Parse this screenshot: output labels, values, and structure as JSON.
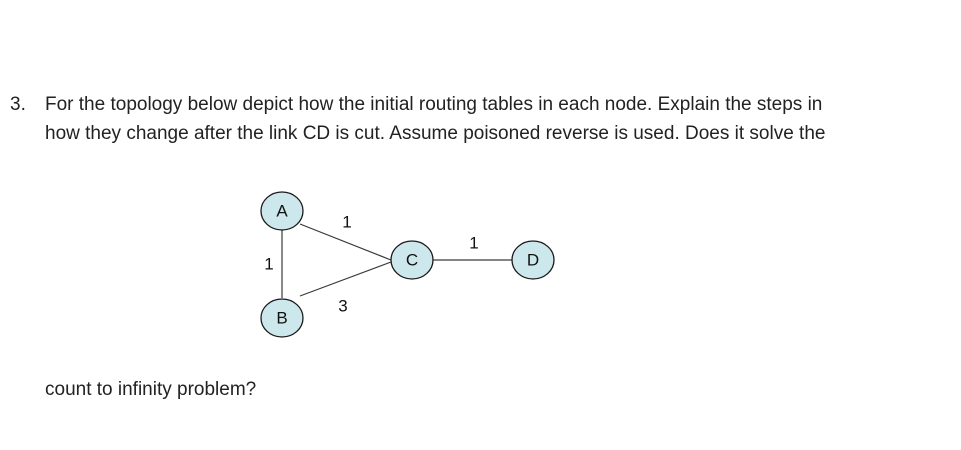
{
  "question": {
    "number": "3.",
    "line1": "For the topology below depict how the initial routing tables in each node. Explain the steps in",
    "line2": "how they change after the link CD is cut. Assume poisoned reverse is used. Does it solve the",
    "line3": "count to infinity problem?"
  },
  "topology": {
    "nodes": [
      {
        "id": "A",
        "label": "A"
      },
      {
        "id": "B",
        "label": "B"
      },
      {
        "id": "C",
        "label": "C"
      },
      {
        "id": "D",
        "label": "D"
      }
    ],
    "links": [
      {
        "from": "A",
        "to": "B",
        "cost": "1"
      },
      {
        "from": "A",
        "to": "C",
        "cost": "1"
      },
      {
        "from": "B",
        "to": "C",
        "cost": "3"
      },
      {
        "from": "C",
        "to": "D",
        "cost": "1"
      }
    ],
    "node_fill_color": "#cde8ec"
  }
}
